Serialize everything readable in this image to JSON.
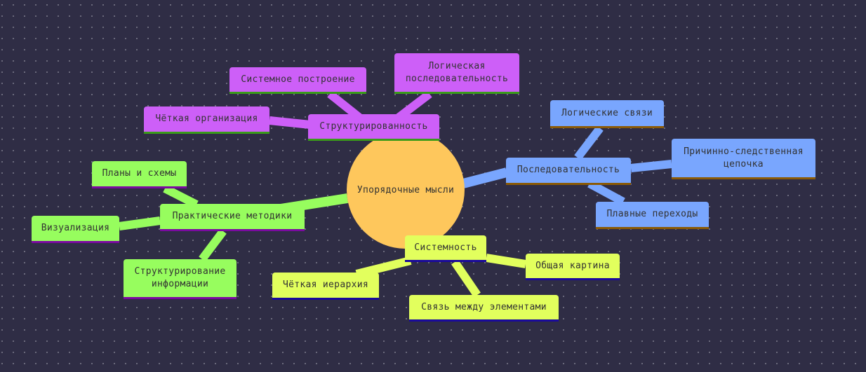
{
  "mindmap": {
    "root": {
      "label": "Упорядочные мысли",
      "color": "#fec75c"
    },
    "branches": [
      {
        "id": "structure",
        "label": "Структурированность",
        "color": "#cd5ff8",
        "underline": "#3a9b1a",
        "children": [
          {
            "label": "Системное построение"
          },
          {
            "label": "Логическая последовательность"
          },
          {
            "label": "Чёткая организация"
          }
        ]
      },
      {
        "id": "sequence",
        "label": "Последовательность",
        "color": "#79a6fe",
        "underline": "#8b5a06",
        "children": [
          {
            "label": "Логические связи"
          },
          {
            "label": "Причинно-следственная цепочка"
          },
          {
            "label": "Плавные переходы"
          }
        ]
      },
      {
        "id": "system",
        "label": "Системность",
        "color": "#e2ff5d",
        "underline": "#1a0a9b",
        "children": [
          {
            "label": "Общая картина"
          },
          {
            "label": "Связь между элементами"
          },
          {
            "label": "Чёткая иерархия"
          }
        ]
      },
      {
        "id": "practical",
        "label": "Практические методики",
        "color": "#97fd5e",
        "underline": "#7a0aa0",
        "children": [
          {
            "label": "Планы и схемы"
          },
          {
            "label": "Визуализация"
          },
          {
            "label": "Структурирование информации"
          }
        ]
      }
    ]
  }
}
